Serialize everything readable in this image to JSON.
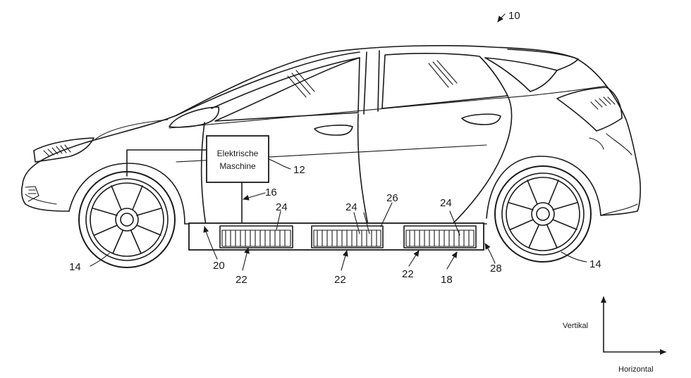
{
  "figure": {
    "ref_vehicle": "10",
    "ref_machine": "12",
    "ref_wheel": "14",
    "ref_line_16": "16",
    "ref_pack": "18",
    "ref_20": "20",
    "ref_module": "22",
    "ref_cell": "24",
    "ref_26": "26",
    "ref_28": "28"
  },
  "machine_box": {
    "line1": "Elektrische",
    "line2": "Maschine"
  },
  "axes": {
    "vertical": "Vertikal",
    "horizontal": "Horizontal"
  }
}
